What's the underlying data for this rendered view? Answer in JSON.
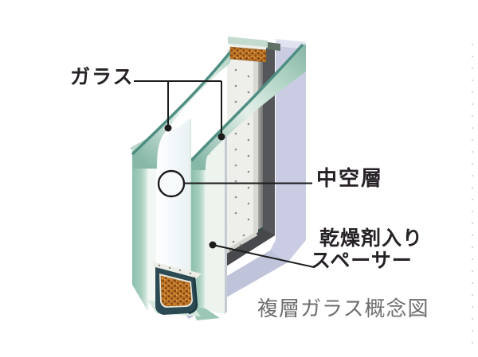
{
  "diagram": {
    "caption": "複層ガラス概念図",
    "labels": {
      "glass": "ガラス",
      "air_layer": "中空層",
      "spacer_line1": "乾燥剤入り",
      "spacer_line2": "スペーサー"
    },
    "colors": {
      "glass_edge_teal": "#4f8e83",
      "glass_band_light": "#e8f2ec",
      "pane_face": "#f3f8fa",
      "spacer_white": "#eeeeea",
      "seal_dark_gray": "#54565a",
      "unit_edge_lavender": "#c9cce2",
      "channel_navy": "#2b4a53",
      "desiccant_orange": "#c07628",
      "leader_line": "#1c1c1c",
      "caption_gray": "#6f6f71"
    }
  }
}
